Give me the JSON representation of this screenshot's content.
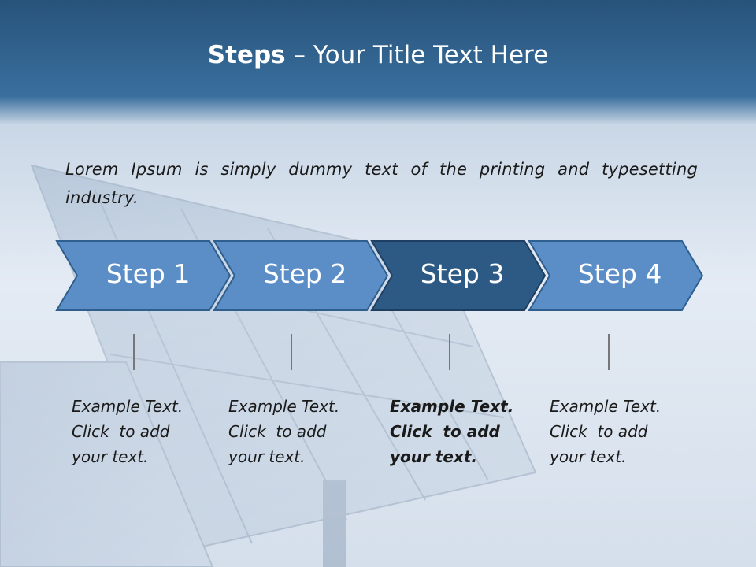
{
  "slide": {
    "title_bold": "Steps",
    "title_rest": " – Your Title Text Here",
    "intro": "Lorem Ipsum is simply dummy text of the printing and typesetting industry."
  },
  "steps": [
    {
      "label": "Step 1",
      "lines": [
        "Example Text.",
        "Click  to add",
        "your text."
      ],
      "active": false
    },
    {
      "label": "Step 2",
      "lines": [
        "Example Text.",
        "Click  to add",
        "your text."
      ],
      "active": false
    },
    {
      "label": "Step 3",
      "lines": [
        "Example Text.",
        "Click  to add",
        "your text."
      ],
      "active": true
    },
    {
      "label": "Step 4",
      "lines": [
        "Example Text.",
        "Click  to add",
        "your text."
      ],
      "active": false
    }
  ],
  "colors": {
    "header": "#2e5f8a",
    "step_fill": "#5b8ec6",
    "step_active_fill": "#2c5a84",
    "step_stroke": "#2f5f8f"
  }
}
